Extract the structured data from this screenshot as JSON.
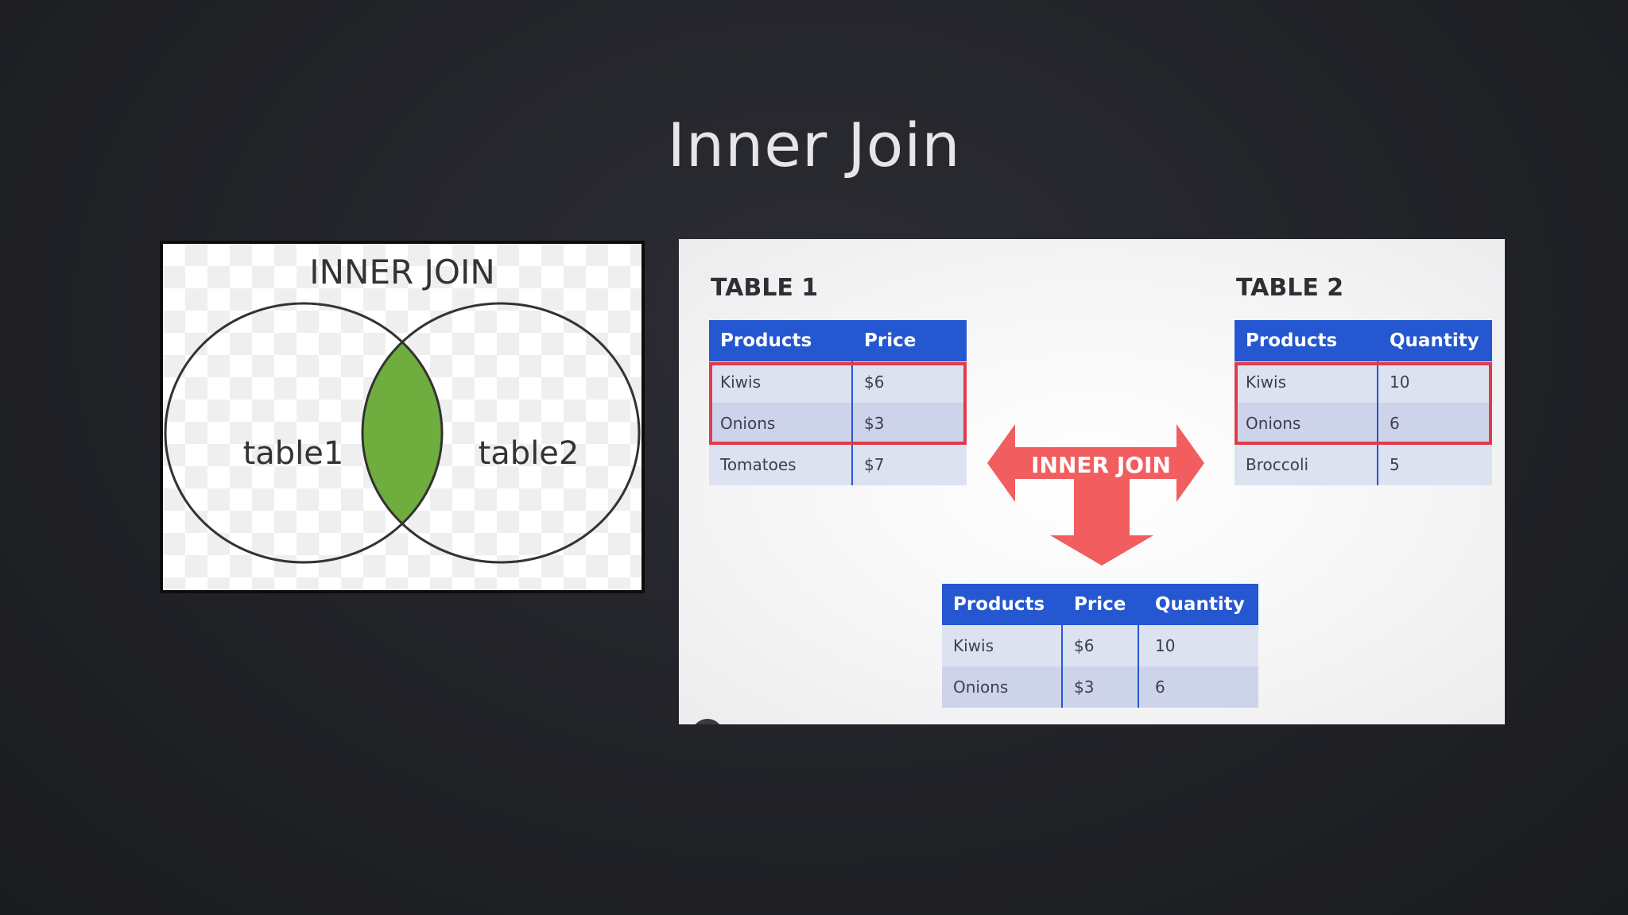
{
  "slide": {
    "title": "Inner Join"
  },
  "venn": {
    "title": "INNER JOIN",
    "left_label": "table1",
    "right_label": "table2",
    "intersection_color": "#6fae3e"
  },
  "table1": {
    "caption": "TABLE 1",
    "headers": [
      "Products",
      "Price"
    ],
    "rows": [
      [
        "Kiwis",
        "$6"
      ],
      [
        "Onions",
        "$3"
      ],
      [
        "Tomatoes",
        "$7"
      ]
    ]
  },
  "table2": {
    "caption": "TABLE 2",
    "headers": [
      "Products",
      "Quantity"
    ],
    "rows": [
      [
        "Kiwis",
        "10"
      ],
      [
        "Onions",
        "6"
      ],
      [
        "Broccoli",
        "5"
      ]
    ]
  },
  "result": {
    "headers": [
      "Products",
      "Price",
      "Quantity"
    ],
    "rows": [
      [
        "Kiwis",
        "$6",
        "10"
      ],
      [
        "Onions",
        "$3",
        "6"
      ]
    ]
  },
  "join_arrow": {
    "label": "INNER JOIN",
    "color": "#f25d5f"
  },
  "colors": {
    "header_blue": "#2557d0",
    "highlight_red": "#e23b48"
  }
}
